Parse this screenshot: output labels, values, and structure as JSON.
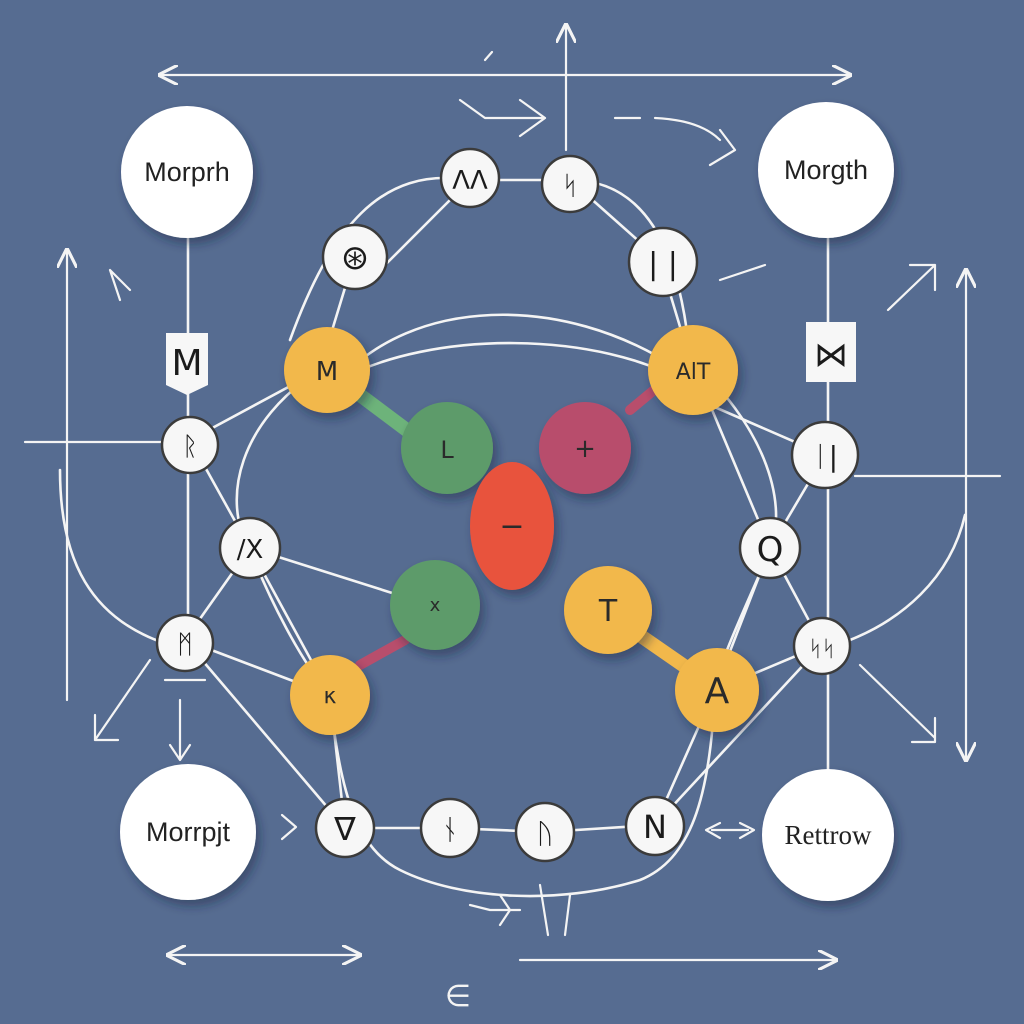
{
  "main_nodes": [
    {
      "id": "top-left",
      "label": "Morprh"
    },
    {
      "id": "top-right",
      "label": "Morgth"
    },
    {
      "id": "bottom-left",
      "label": "Morrpjt"
    },
    {
      "id": "bottom-right",
      "label": "Rettrow"
    }
  ],
  "color_nodes": [
    {
      "id": "yellow-m",
      "label": "M",
      "color": "#f2b84b"
    },
    {
      "id": "yellow-alt",
      "label": "AlT",
      "color": "#f2b84b"
    },
    {
      "id": "green-l",
      "label": "L",
      "color": "#5d9b6a"
    },
    {
      "id": "pink-plus",
      "label": "+",
      "color": "#b84e6c"
    },
    {
      "id": "red-minus",
      "label": "−",
      "color": "#e8533d"
    },
    {
      "id": "green-x",
      "label": "x",
      "color": "#5d9b6a"
    },
    {
      "id": "yellow-t",
      "label": "T",
      "color": "#f2b84b"
    },
    {
      "id": "yellow-a",
      "label": "A",
      "color": "#f2b84b"
    },
    {
      "id": "yellow-k",
      "label": "κ",
      "color": "#f2b84b"
    }
  ],
  "symbol_nodes": [
    {
      "id": "sym-1",
      "label": "ΛΛ"
    },
    {
      "id": "sym-2",
      "label": "ᛋ"
    },
    {
      "id": "sym-3",
      "label": "⊛"
    },
    {
      "id": "sym-4",
      "label": "| |"
    },
    {
      "id": "sym-5",
      "label": "ᚱ"
    },
    {
      "id": "sym-6",
      "label": "/X"
    },
    {
      "id": "sym-7",
      "label": "ᛗ"
    },
    {
      "id": "sym-8",
      "label": "ᛁ|"
    },
    {
      "id": "sym-9",
      "label": "Q"
    },
    {
      "id": "sym-10",
      "label": "ᛋᛋ"
    },
    {
      "id": "sym-11",
      "label": "∇"
    },
    {
      "id": "sym-12",
      "label": "ᚾ"
    },
    {
      "id": "sym-13",
      "label": "ᚢ"
    },
    {
      "id": "sym-14",
      "label": "N"
    }
  ],
  "boxes": [
    {
      "id": "box-m",
      "label": "M"
    },
    {
      "id": "box-x",
      "label": "⋈"
    }
  ],
  "footer_symbol": "∈",
  "colors": {
    "background": "#566c91",
    "line": "#f4f4f4",
    "node": "#f7f7f7"
  }
}
